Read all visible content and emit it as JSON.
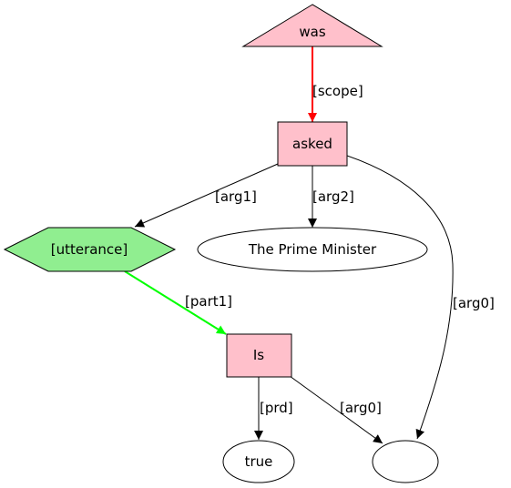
{
  "colors": {
    "pink": "#ffc0cb",
    "green": "#90ee90",
    "white": "#ffffff",
    "stroke": "#000000",
    "edge_default": "#000000",
    "edge_scope": "#ff0000",
    "edge_part": "#00ff00"
  },
  "nodes": {
    "was": {
      "label": "was",
      "shape": "triangle"
    },
    "asked": {
      "label": "asked",
      "shape": "box"
    },
    "utterance": {
      "label": "[utterance]",
      "shape": "hexagon"
    },
    "prime_minister": {
      "label": "The Prime Minister",
      "shape": "ellipse"
    },
    "is": {
      "label": "Is",
      "shape": "box"
    },
    "true": {
      "label": "true",
      "shape": "ellipse"
    },
    "empty": {
      "label": "",
      "shape": "ellipse"
    }
  },
  "edges": {
    "was_asked": {
      "label": "[scope]",
      "from": "was",
      "to": "asked"
    },
    "asked_utterance": {
      "label": "[arg1]",
      "from": "asked",
      "to": "[utterance]"
    },
    "asked_pm": {
      "label": "[arg2]",
      "from": "asked",
      "to": "The Prime Minister"
    },
    "asked_empty": {
      "label": "[arg0]",
      "from": "asked",
      "to": ""
    },
    "utterance_is": {
      "label": "[part1]",
      "from": "[utterance]",
      "to": "Is"
    },
    "is_true": {
      "label": "[prd]",
      "from": "Is",
      "to": "true"
    },
    "is_empty": {
      "label": "[arg0]",
      "from": "Is",
      "to": ""
    }
  }
}
